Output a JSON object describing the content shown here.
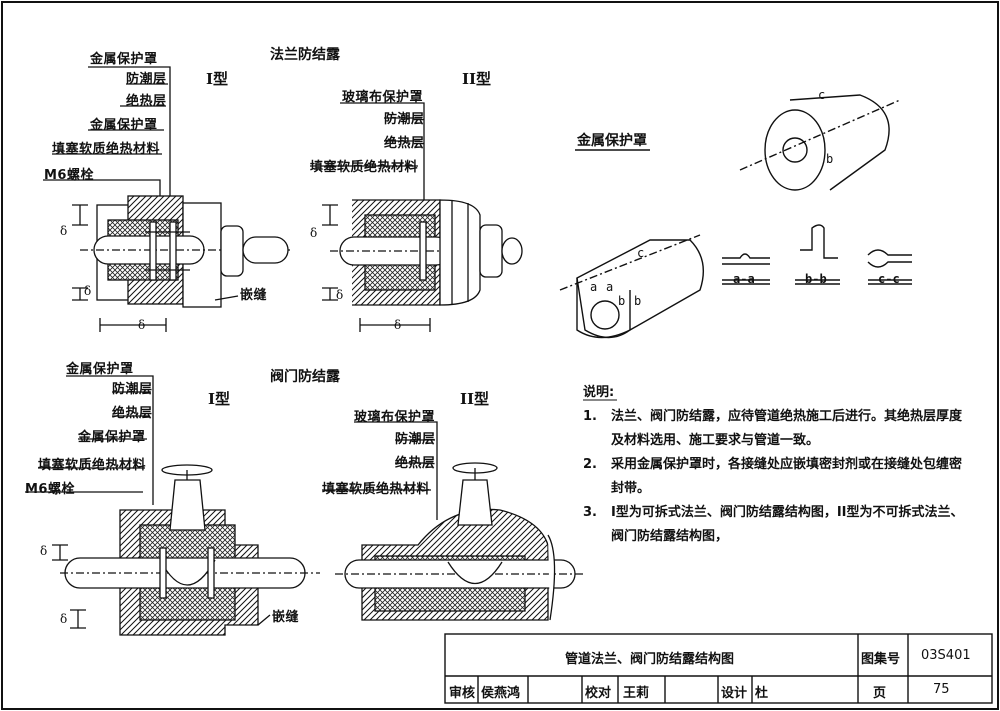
{
  "flange": {
    "heading": "法兰防结露",
    "type1": {
      "type_label": "I型",
      "callouts": [
        "金属保护罩",
        "防潮层",
        "绝热层",
        "金属保护罩",
        "填塞软质绝热材料",
        "M6螺栓"
      ],
      "joint": "嵌缝",
      "dims": [
        "δ",
        "δ",
        "δ"
      ]
    },
    "type2": {
      "type_label": "II型",
      "callouts": [
        "玻璃布保护罩",
        "防潮层",
        "绝热层",
        "填塞软质绝热材料"
      ],
      "dims": [
        "δ",
        "δ",
        "δ"
      ]
    }
  },
  "valve": {
    "heading": "阀门防结露",
    "type1": {
      "type_label": "I型",
      "callouts": [
        "金属保护罩",
        "防潮层",
        "绝热层",
        "金属保护罩",
        "填塞软质绝热材料",
        "M6螺栓"
      ],
      "joint": "嵌缝",
      "dims": [
        "δ",
        "δ"
      ]
    },
    "type2": {
      "type_label": "II型",
      "callouts": [
        "玻璃布保护罩",
        "防潮层",
        "绝热层",
        "填塞软质绝热材料"
      ]
    }
  },
  "detail": {
    "heading": "金属保护罩",
    "sections": [
      "a-a",
      "b-b",
      "c-c"
    ],
    "letters": [
      "c",
      "c",
      "b",
      "b",
      "a",
      "a",
      "b",
      "b",
      "c",
      "c"
    ]
  },
  "notes": {
    "title": "说明:",
    "items": [
      {
        "no": "1.",
        "text": "法兰、阀门防结露，应待管道绝热施工后进行。其绝热层厚度及材料选用、施工要求与管道一致。"
      },
      {
        "no": "2.",
        "text": "采用金属保护罩时，各接缝处应嵌填密封剂或在接缝处包缠密封带。"
      },
      {
        "no": "3.",
        "text": "I型为可拆式法兰、阀门防结露结构图，II型为不可拆式法兰、阀门防结露结构图，"
      }
    ]
  },
  "title_block": {
    "drawing_title": "管道法兰、阀门防结露结构图",
    "atlas_label": "图集号",
    "atlas_no": "03S401",
    "review_label": "审核",
    "reviewer": "侯燕鸿",
    "check_label": "校对",
    "checker": "王莉",
    "design_label": "设计",
    "designer": "杜",
    "page_label": "页",
    "page_no": "75"
  }
}
